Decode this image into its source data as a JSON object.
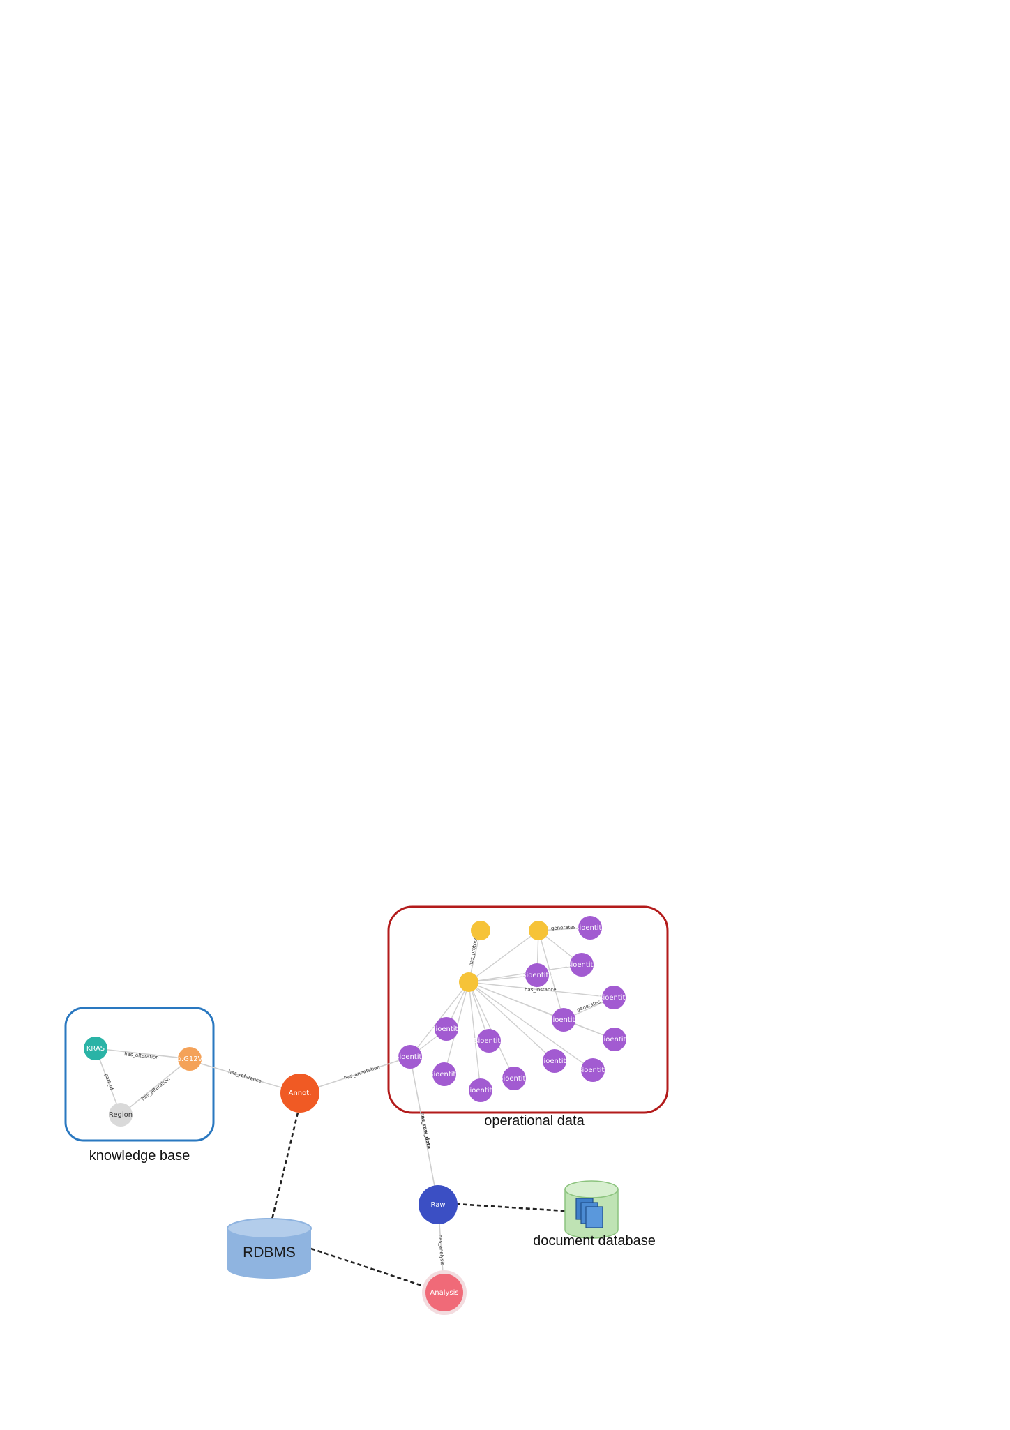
{
  "groups": {
    "knowledge_base": {
      "caption": "knowledge base"
    },
    "operational_data": {
      "caption": "operational data"
    }
  },
  "nodes": {
    "kras": "KRAS",
    "p_g12v": "p.G12V",
    "region": "Region",
    "annot": "Annot.",
    "raw": "Raw",
    "analysis": "Analysis",
    "bioentity": "Bioentity"
  },
  "edges": {
    "has_alteration": "has_alteration",
    "part_of": "part_of",
    "has_reference": "has_reference",
    "has_annotation": "has_annotation",
    "has_analysis": "has_analysis",
    "has_raw_data": "has_raw_data",
    "generates": "generates",
    "has_protocol": "has_protocol",
    "has_instance": "has_instance"
  },
  "stores": {
    "rdbms": "RDBMS",
    "document_database": "document database"
  },
  "colors": {
    "knowledge_border": "#2a78c0",
    "operational_border": "#b31b1b",
    "kras": "#2ab3a6",
    "p_g12v": "#f4a259",
    "region": "#d9d9d9",
    "annot": "#f05a24",
    "raw": "#3b4fc4",
    "analysis": "#f06a78",
    "yellow": "#f6c338",
    "purple": "#a25bd1",
    "rdbms": "#8fb4e0",
    "docdb": "#bfe3b4"
  },
  "icons": {
    "rdbms": "database-cylinder-icon",
    "document_database": "document-stack-icon"
  }
}
